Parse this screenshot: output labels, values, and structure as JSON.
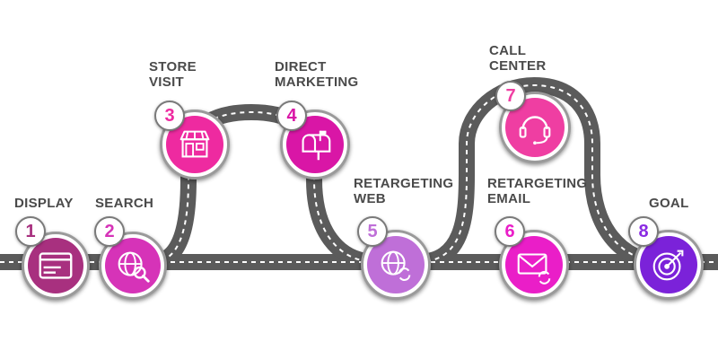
{
  "steps": [
    {
      "number": "1",
      "label": "DISPLAY",
      "icon": "browser-window-icon",
      "color": "#a8307f",
      "num_color": "#a8307f"
    },
    {
      "number": "2",
      "label": "SEARCH",
      "icon": "web-search-icon",
      "color": "#d633b8",
      "num_color": "#d633b8"
    },
    {
      "number": "3",
      "label": "STORE\nVISIT",
      "icon": "storefront-icon",
      "color": "#ee2aa0",
      "num_color": "#ee2aa0"
    },
    {
      "number": "4",
      "label": "DIRECT\nMARKETING",
      "icon": "mailbox-icon",
      "color": "#d916a6",
      "num_color": "#d916a6"
    },
    {
      "number": "5",
      "label": "RETARGETING\nWEB",
      "icon": "web-refresh-icon",
      "color": "#bf6fd8",
      "num_color": "#bf6fd8"
    },
    {
      "number": "6",
      "label": "RETARGETING\nEMAIL",
      "icon": "email-refresh-icon",
      "color": "#ea1ec8",
      "num_color": "#ea1ec8"
    },
    {
      "number": "7",
      "label": "CALL\nCENTER",
      "icon": "headset-icon",
      "color": "#ef3ea2",
      "num_color": "#ef3ea2"
    },
    {
      "number": "8",
      "label": "GOAL",
      "icon": "target-icon",
      "color": "#7b22d9",
      "num_color": "#8a2be2"
    }
  ],
  "colors": {
    "road": "#5b5b5b",
    "road_dash": "#ffffff",
    "label_text": "#4a4a4a"
  }
}
